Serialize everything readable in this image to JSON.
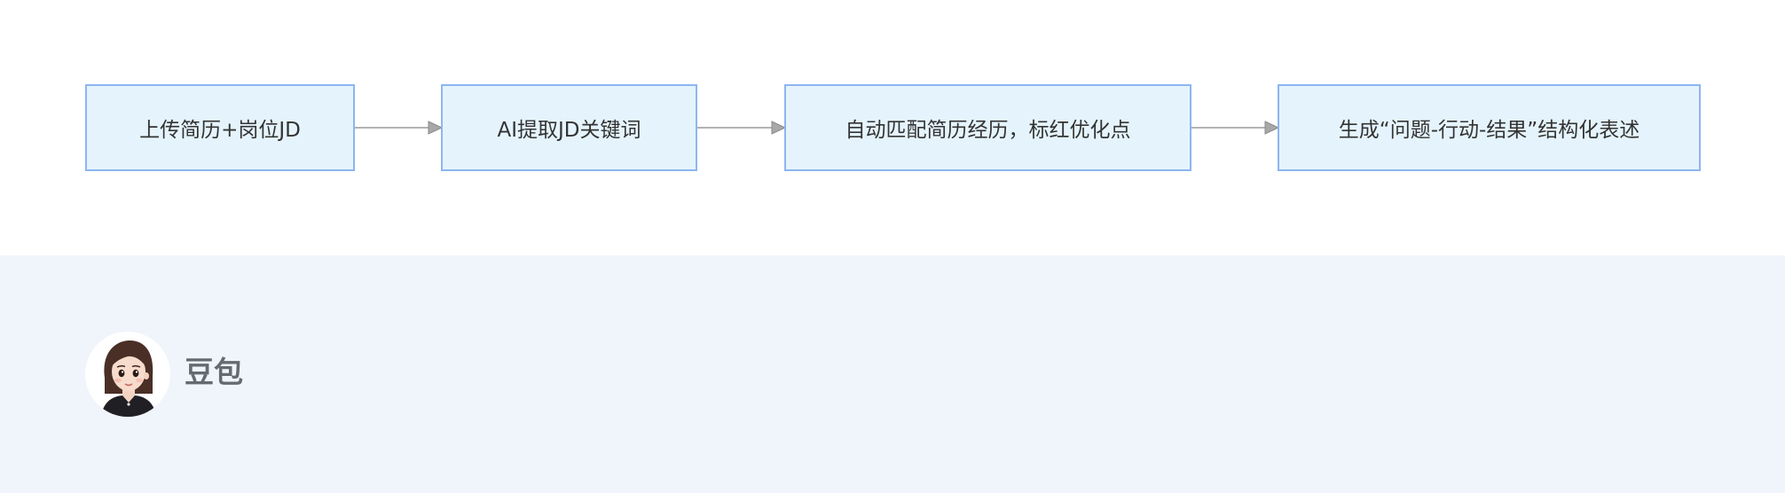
{
  "diagram": {
    "nodes": [
      {
        "label": "上传简历+岗位JD"
      },
      {
        "label": "AI提取JD关键词"
      },
      {
        "label": "自动匹配简历经历，标红优化点"
      },
      {
        "label": "生成“问题-行动-结果”结构化表述"
      }
    ],
    "colors": {
      "node_fill": "#e5f4fc",
      "node_border": "#8db5f1",
      "edge": "#9a9a9a",
      "footer_bg": "#f0f4fb"
    }
  },
  "assistant": {
    "name": "豆包",
    "avatar_icon": "avatar-girl-icon"
  }
}
